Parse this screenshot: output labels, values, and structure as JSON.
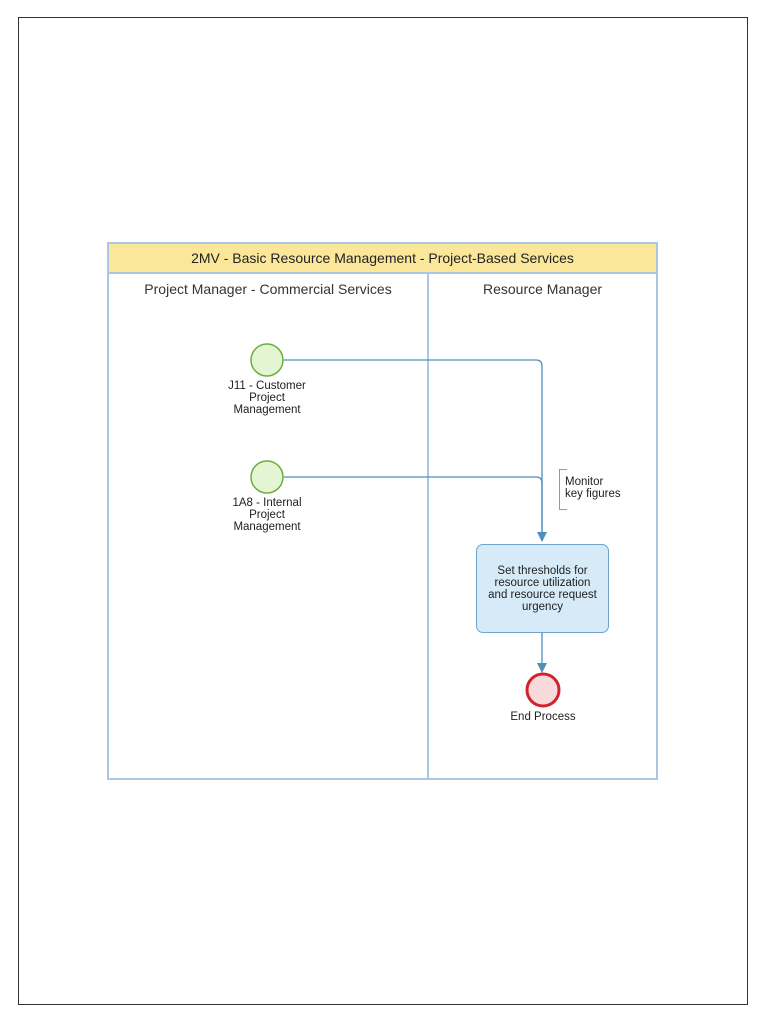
{
  "pool": {
    "title": "2MV - Basic Resource Management - Project-Based Services"
  },
  "lanes": [
    {
      "title": "Project Manager - Commercial Services"
    },
    {
      "title": "Resource Manager"
    }
  ],
  "nodes": {
    "start_j11": {
      "label": "J11 - Customer\nProject\nManagement"
    },
    "start_1a8": {
      "label": "1A8 - Internal\nProject\nManagement"
    },
    "task_thresholds": {
      "label": "Set thresholds for\nresource utilization\nand resource request\nurgency"
    },
    "end_process": {
      "label": "End Process"
    }
  },
  "annotation": {
    "text": "Monitor\nkey figures"
  },
  "colors": {
    "pool_header": "#fbe79a",
    "lane_border": "#a9c7e2",
    "start_event_fill": "#e4f5d3",
    "start_event_stroke": "#6aae3b",
    "end_event_fill": "#f9dada",
    "end_event_stroke": "#d2232a",
    "task_fill": "#d6eaf8",
    "flow_line": "#4f8fba"
  }
}
